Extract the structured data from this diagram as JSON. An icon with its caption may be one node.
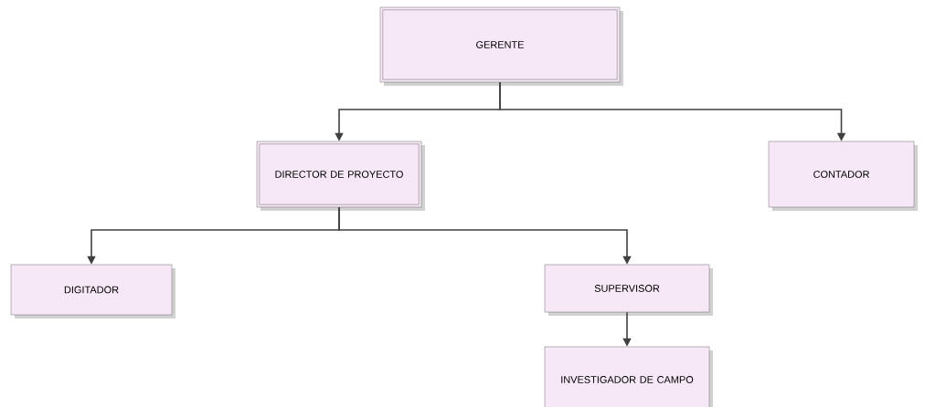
{
  "diagram": {
    "nodes": [
      {
        "text": [
          "GERENTE"
        ]
      },
      {
        "text": [
          "DIRECTOR DE PROYECTO"
        ]
      },
      {
        "text": [
          "CONTADOR"
        ]
      },
      {
        "text": [
          "DIGITADOR"
        ]
      },
      {
        "text": [
          "SUPERVISOR"
        ]
      },
      {
        "text": [
          "INVESTIGADOR DE CAMPO"
        ]
      }
    ],
    "edges": [
      {
        "from": 0,
        "to": 1,
        "arrow": "to"
      },
      {
        "from": 0,
        "to": 2,
        "arrow": "to"
      },
      {
        "from": 1,
        "to": 3,
        "arrow": "to"
      },
      {
        "from": 1,
        "to": 4,
        "arrow": "to"
      },
      {
        "from": 4,
        "to": 5,
        "arrow": "to"
      }
    ]
  }
}
